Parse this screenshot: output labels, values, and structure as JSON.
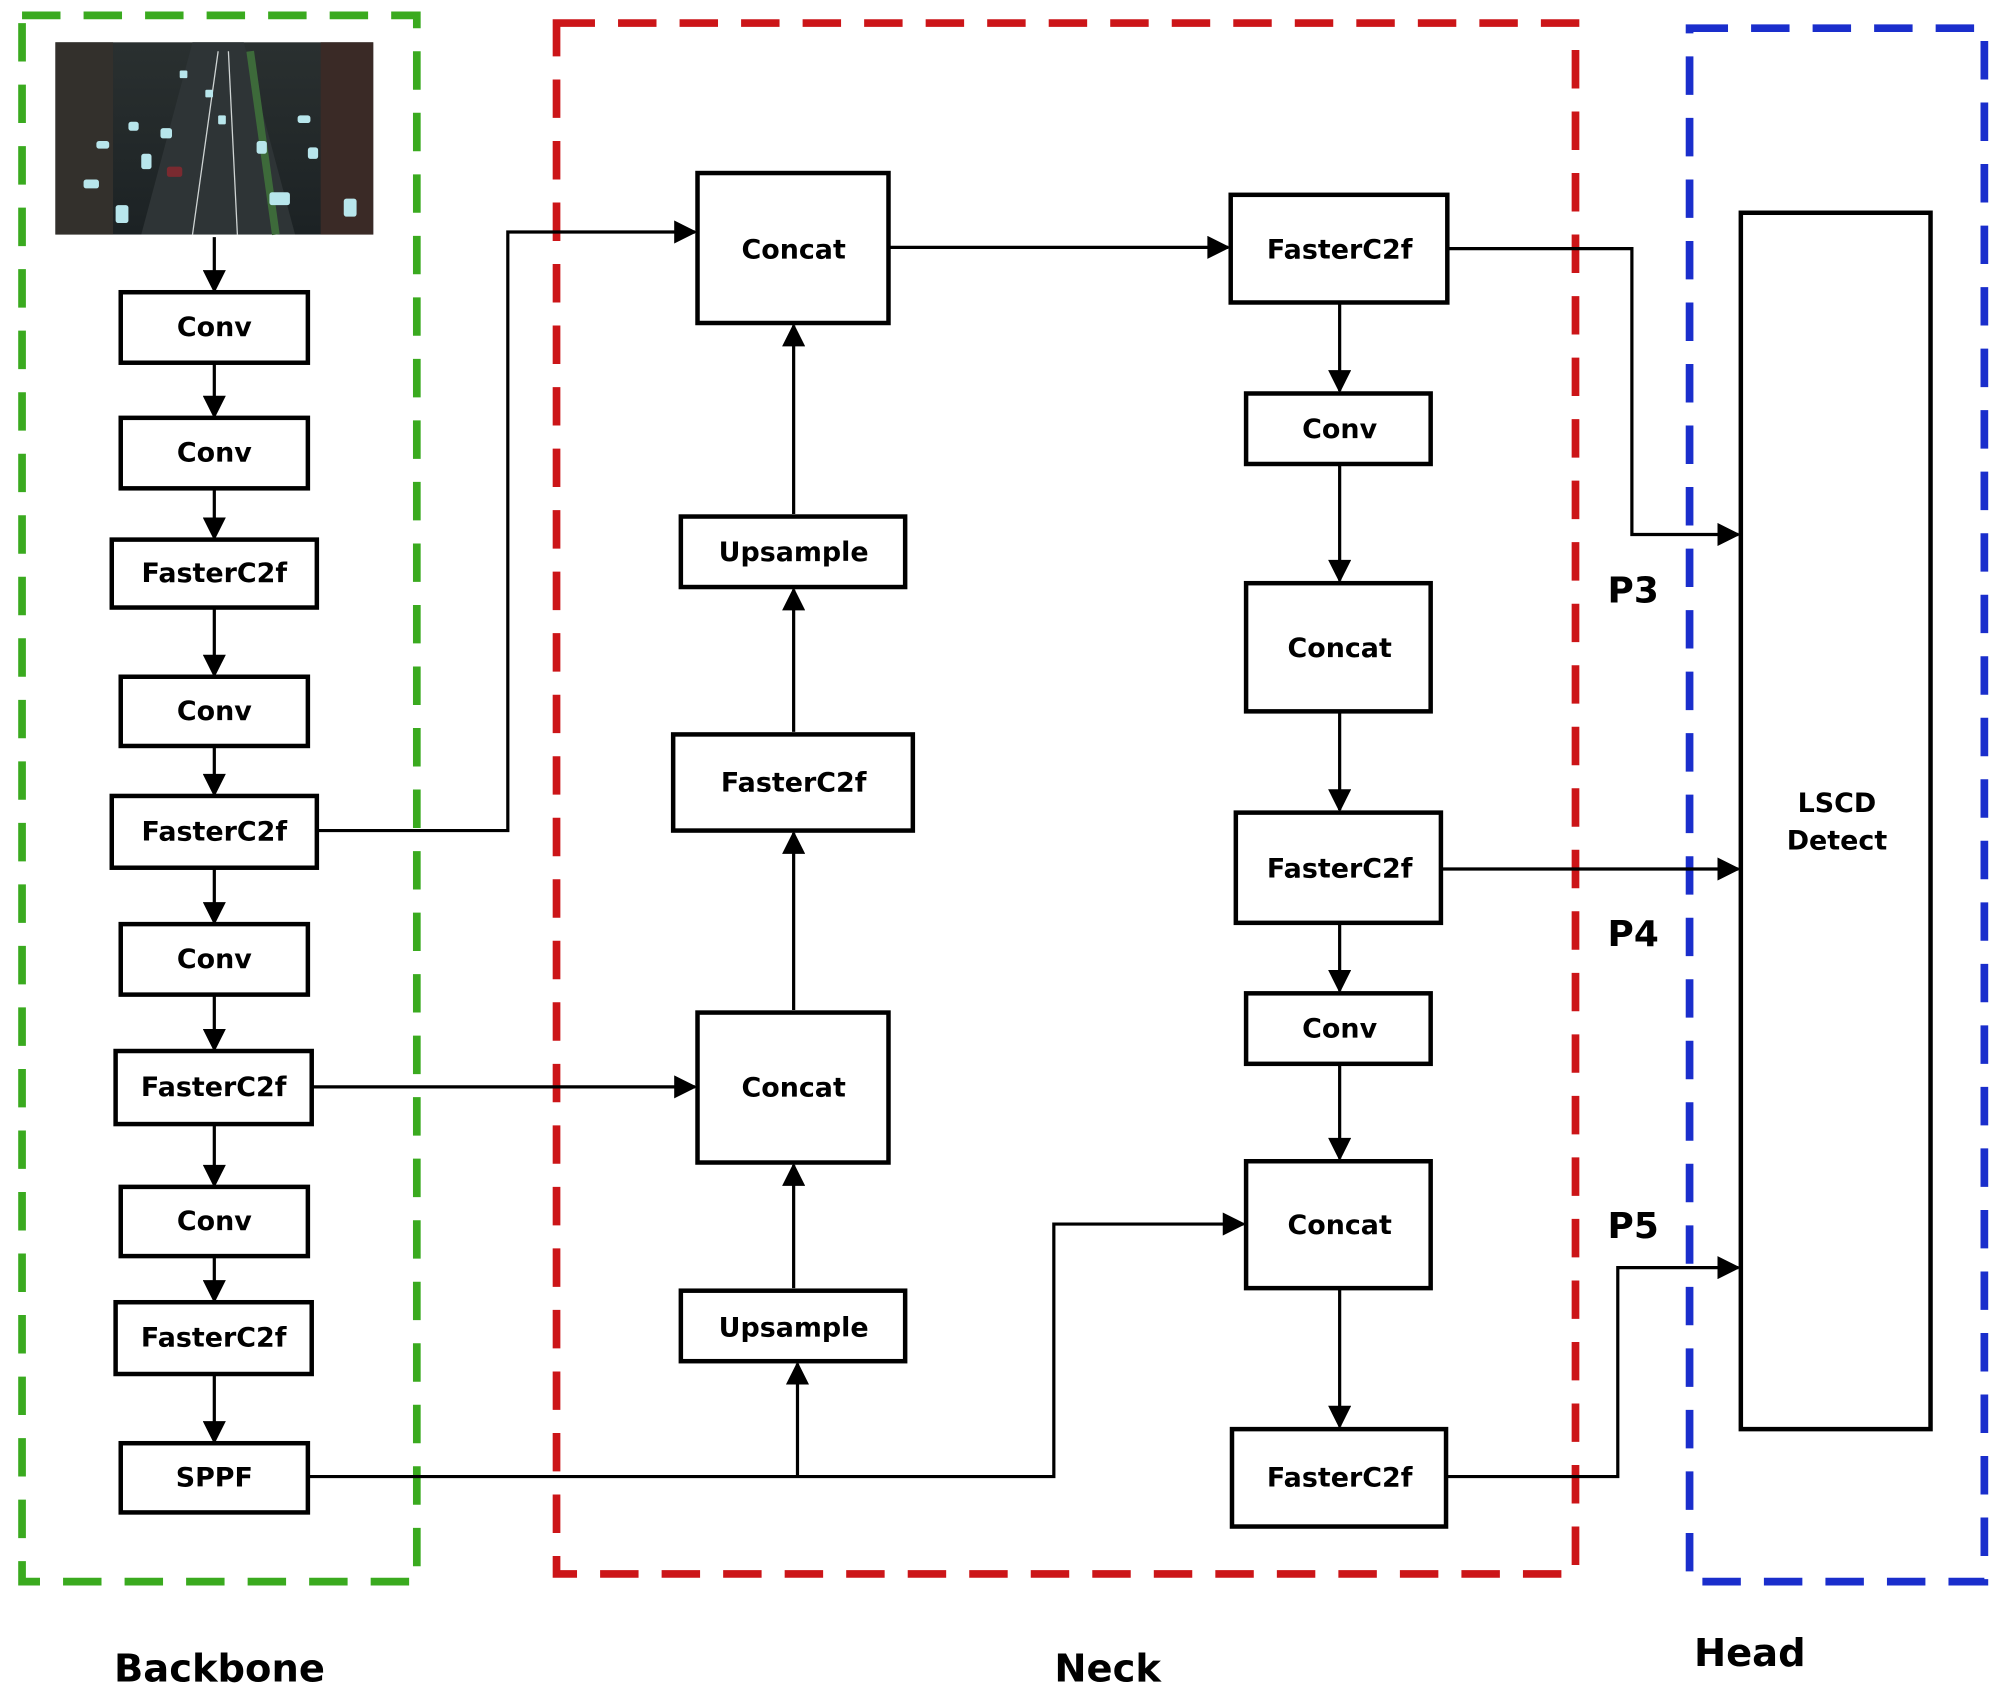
{
  "regions": {
    "backbone": {
      "label": "Backbone",
      "color": "#3aaa1f"
    },
    "neck": {
      "label": "Neck",
      "color": "#cc1518"
    },
    "head": {
      "label": "Head",
      "color": "#1a2ecc"
    }
  },
  "input_image": {
    "description": "aerial view of city street with cars"
  },
  "backbone": {
    "blocks": [
      "Conv",
      "Conv",
      "FasterC2f",
      "Conv",
      "FasterC2f",
      "Conv",
      "FasterC2f",
      "Conv",
      "FasterC2f",
      "SPPF"
    ]
  },
  "neck": {
    "left_column": {
      "concat_top": "Concat",
      "upsample_top": "Upsample",
      "fasterc2f": "FasterC2f",
      "concat_bottom": "Concat",
      "upsample_bottom": "Upsample"
    },
    "right_column": {
      "fasterc2f_1": "FasterC2f",
      "conv_1": "Conv",
      "concat_1": "Concat",
      "fasterc2f_2": "FasterC2f",
      "conv_2": "Conv",
      "concat_2": "Concat",
      "fasterc2f_3": "FasterC2f"
    }
  },
  "head": {
    "detect_line1": "LSCD",
    "detect_line2": "Detect",
    "outputs": [
      "P3",
      "P4",
      "P5"
    ]
  }
}
